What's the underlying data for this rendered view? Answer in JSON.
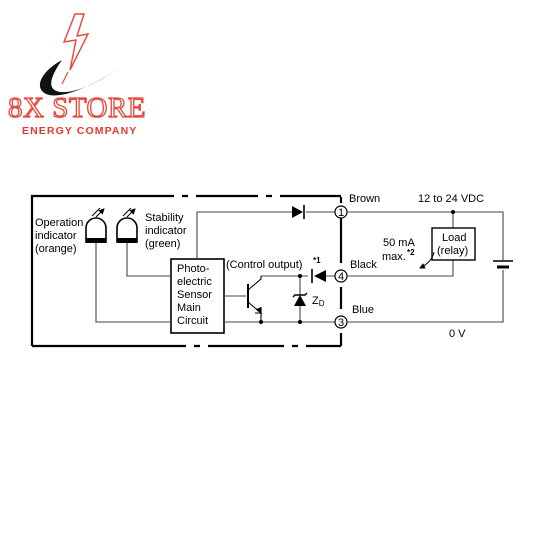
{
  "logo": {
    "brand": "8X STORE",
    "tagline": "ENERGY COMPANY",
    "icon": "lightning-bolt-icon",
    "color": "#e23a2f"
  },
  "diagram": {
    "operation_indicator": [
      "Operation",
      "indicator",
      "(orange)"
    ],
    "stability_indicator": [
      "Stability",
      "indicator",
      "(green)"
    ],
    "main_circuit": [
      "Photo-",
      "electric",
      "Sensor",
      "Main",
      "Circuit"
    ],
    "control_output": "(Control output)",
    "note1": "*1",
    "zener_label": "Z",
    "zener_sub": "D",
    "terminals": [
      {
        "number": "1",
        "wire": "Brown"
      },
      {
        "number": "4",
        "wire": "Black"
      },
      {
        "number": "3",
        "wire": "Blue"
      }
    ],
    "load": [
      "Load",
      "(relay)"
    ],
    "current": [
      "50 mA",
      "max."
    ],
    "note2": "*2",
    "supply": "12 to 24 VDC",
    "ground": "0 V"
  }
}
